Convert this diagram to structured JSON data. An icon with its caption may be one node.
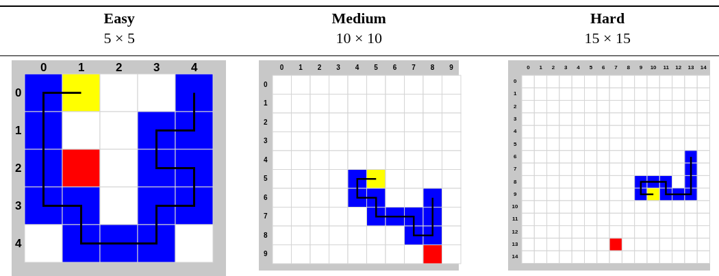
{
  "diagram": {
    "labels": [
      "Easy",
      "5 × 5",
      "Medium",
      "10 × 10",
      "Hard",
      "15 × 15",
      "0",
      "1",
      "2",
      "3",
      "4",
      "0",
      "1",
      "2",
      "3",
      "4",
      "0",
      "1",
      "2",
      "3",
      "4",
      "5",
      "6",
      "7",
      "8",
      "9",
      "0",
      "1",
      "2",
      "3",
      "4",
      "5",
      "6",
      "7",
      "8",
      "9",
      "0",
      "1",
      "2",
      "3",
      "4",
      "5",
      "6",
      "7",
      "8",
      "9",
      "10",
      "11",
      "12",
      "13",
      "14",
      "0",
      "1",
      "2",
      "3",
      "4",
      "5",
      "6",
      "7",
      "8",
      "9",
      "10",
      "11",
      "12",
      "13",
      "14"
    ]
  }
}
